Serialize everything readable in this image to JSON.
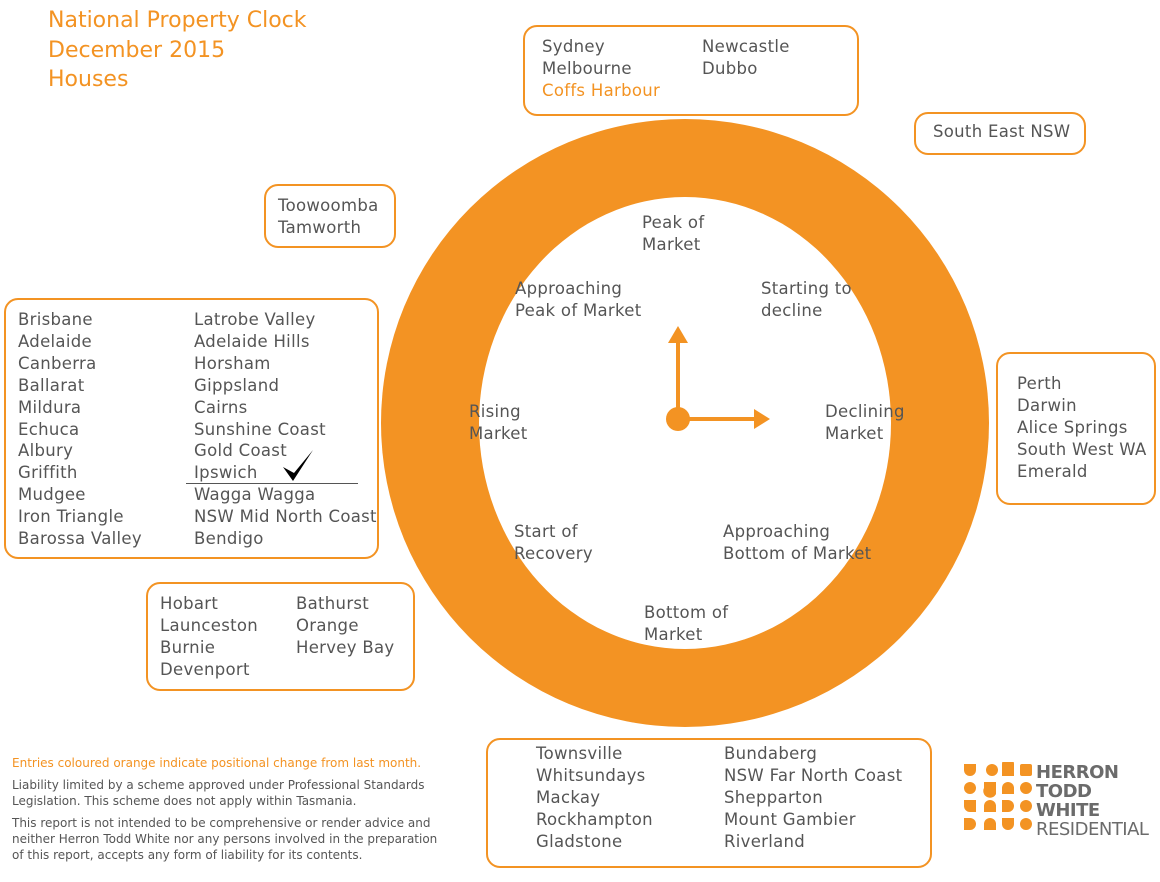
{
  "title": {
    "line1": "National Property Clock",
    "line2": "December 2015",
    "line3": "Houses"
  },
  "colors": {
    "accent": "#f39323",
    "text": "#555555"
  },
  "clock": {
    "peak": [
      "Peak of",
      "Market"
    ],
    "approaching_peak": [
      "Approaching",
      "Peak of Market"
    ],
    "starting_decline": [
      "Starting to",
      "decline"
    ],
    "declining": [
      "Declining",
      "Market"
    ],
    "approaching_bottom": [
      "Approaching",
      "Bottom of Market"
    ],
    "bottom": [
      "Bottom of",
      "Market"
    ],
    "start_recovery": [
      "Start of",
      "Recovery"
    ],
    "rising": [
      "Rising",
      "Market"
    ]
  },
  "groups": {
    "peak": {
      "col1": [
        "Sydney",
        "Melbourne",
        "Coffs Harbour"
      ],
      "col2": [
        "Newcastle",
        "Dubbo"
      ],
      "orange": [
        "Coffs Harbour"
      ]
    },
    "starting_decline": {
      "col1": [
        "South East NSW"
      ]
    },
    "declining": {
      "col1": [
        "Perth",
        "Darwin",
        "Alice Springs",
        "South West WA",
        "Emerald"
      ]
    },
    "approaching_peak": {
      "col1": [
        "Toowoomba",
        "Tamworth"
      ]
    },
    "rising": {
      "col1": [
        "Brisbane",
        "Adelaide",
        "Canberra",
        "Ballarat",
        "Mildura",
        "Echuca",
        "Albury",
        "Griffith",
        "Mudgee",
        "Iron Triangle",
        "Barossa Valley"
      ],
      "col2": [
        "Latrobe Valley",
        "Adelaide Hills",
        "Horsham",
        "Gippsland",
        "Cairns",
        "Sunshine Coast",
        "Gold Coast",
        "Ipswich",
        "Wagga Wagga",
        "NSW Mid North Coast",
        "Bendigo"
      ],
      "marker": "checkmark-icon"
    },
    "start_recovery": {
      "col1": [
        "Hobart",
        "Launceston",
        "Burnie",
        "Devenport"
      ],
      "col2": [
        "Bathurst",
        "Orange",
        "Hervey Bay"
      ]
    },
    "bottom": {
      "col1": [
        "Townsville",
        "Whitsundays",
        "Mackay",
        "Rockhampton",
        "Gladstone"
      ],
      "col2": [
        "Bundaberg",
        "NSW Far North Coast",
        "Shepparton",
        "Mount Gambier",
        "Riverland"
      ]
    }
  },
  "footnotes": {
    "orange_note": "Entries coloured orange indicate positional change from last month.",
    "liability": "Liability limited by a scheme approved under Professional Standards Legislation. This scheme does not apply within Tasmania.",
    "disclaimer": "This report is not intended to be comprehensive or render advice and neither Herron Todd White nor any persons involved in the preparation of this report, accepts any form of liability for its contents."
  },
  "logo": {
    "line1": "HERRON",
    "line2": "TODD",
    "line3": "WHITE",
    "line4": "RESIDENTIAL"
  }
}
